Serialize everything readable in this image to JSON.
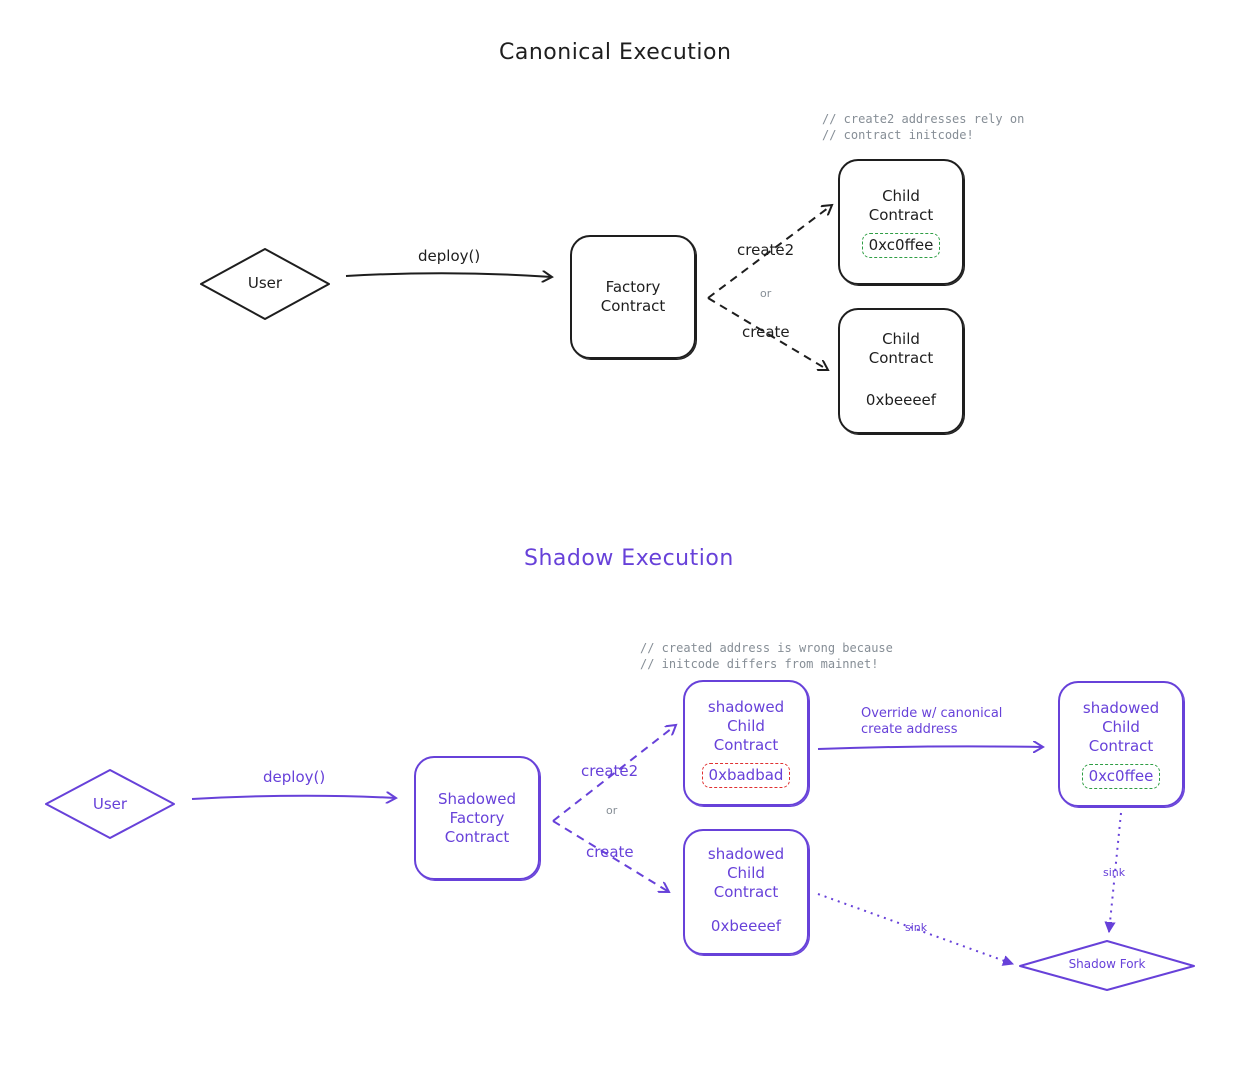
{
  "canonical": {
    "title": "Canonical Execution",
    "user": "User",
    "deploy_label": "deploy()",
    "factory": {
      "line1": "Factory",
      "line2": "Contract"
    },
    "create2_label": "create2",
    "create_label": "create",
    "or_label": "or",
    "comment": [
      "// create2 addresses rely on",
      "// contract initcode!"
    ],
    "child_top": {
      "line1": "Child",
      "line2": "Contract",
      "address": "0xc0ffee"
    },
    "child_bottom": {
      "line1": "Child",
      "line2": "Contract",
      "address": "0xbeeeef"
    }
  },
  "shadow": {
    "title": "Shadow Execution",
    "user": "User",
    "deploy_label": "deploy()",
    "factory": {
      "line1": "Shadowed",
      "line2": "Factory",
      "line3": "Contract"
    },
    "create2_label": "create2",
    "create_label": "create",
    "or_label": "or",
    "comment": [
      "// created address is wrong because",
      "// initcode differs from mainnet!"
    ],
    "child_top": {
      "line1": "shadowed",
      "line2": "Child",
      "line3": "Contract",
      "address": "0xbadbad"
    },
    "child_bottom": {
      "line1": "shadowed",
      "line2": "Child",
      "line3": "Contract",
      "address": "0xbeeeef"
    },
    "override_label": [
      "Override w/ canonical",
      "create address"
    ],
    "child_right": {
      "line1": "shadowed",
      "line2": "Child",
      "line3": "Contract",
      "address": "0xc0ffee"
    },
    "sink_label_1": "sink",
    "sink_label_2": "sink",
    "shadow_fork": "Shadow Fork"
  },
  "colors": {
    "ink": "#1e1e1e",
    "shadow": "#6741d9",
    "good_address": "#2f9e44",
    "bad_address": "#e03131",
    "comment": "#868e96"
  }
}
